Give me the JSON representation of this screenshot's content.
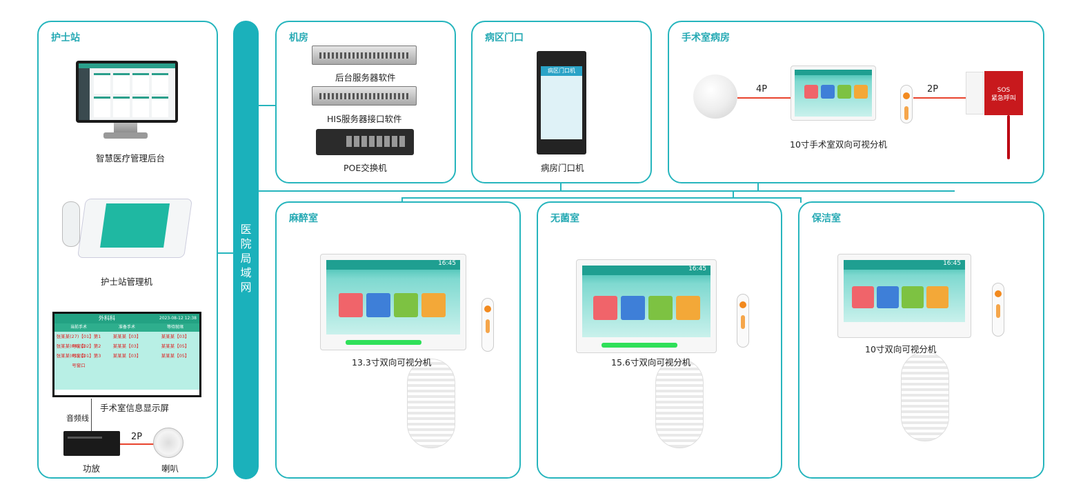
{
  "backbone": {
    "label": [
      "医",
      "院",
      "局",
      "域",
      "网"
    ]
  },
  "panels": {
    "nurse_station": {
      "title": "护士站",
      "captions": {
        "admin": "智慧医疗管理后台",
        "host": "护士站管理机",
        "display": "手术室信息显示屏",
        "audio_line": "音频线",
        "amp": "功放",
        "speaker": "喇叭",
        "wire": "2P"
      },
      "display_screen": {
        "title": "外科科",
        "date": "2023-08-12 12:38",
        "headers": [
          "当前手术",
          "准备手术",
          "等待就绪"
        ],
        "rows": [
          [
            "张某某(27)【01】第1号窗口",
            "某某某【03】",
            "某某某【03】"
          ],
          [
            "张某某(04)【02】第2号窗口",
            "某某某【03】",
            "某某某【05】"
          ],
          [
            "张某某(01)【01】第3号窗口",
            "某某某【03】",
            "某某某【05】"
          ]
        ]
      }
    },
    "machine_room": {
      "title": "机房",
      "captions": {
        "server1": "后台服务器软件",
        "server2": "HIS服务器接口软件",
        "switch": "POE交换机"
      }
    },
    "ward_gate": {
      "title": "病区门口",
      "screen_title": "病区门口机",
      "caption": "病房门口机"
    },
    "or_ward": {
      "title": "手术室病房",
      "wire_left": "4P",
      "wire_right": "2P",
      "sos": "SOS",
      "sos_sub": "紧急呼叫",
      "caption": "10寸手术室双向可视分机"
    },
    "anesthesia": {
      "title": "麻醉室",
      "caption": "13.3寸双向可视分机",
      "time": "16:45"
    },
    "sterile": {
      "title": "无菌室",
      "caption": "15.6寸双向可视分机",
      "time": "16:45"
    },
    "cleaning": {
      "title": "保洁室",
      "caption": "10寸双向可视分机",
      "time": "16:45"
    }
  },
  "colors": {
    "accent": "#26b5bd",
    "backbone": "#1bb1bb",
    "wire": "#e8432d",
    "title": "#27aab4"
  }
}
